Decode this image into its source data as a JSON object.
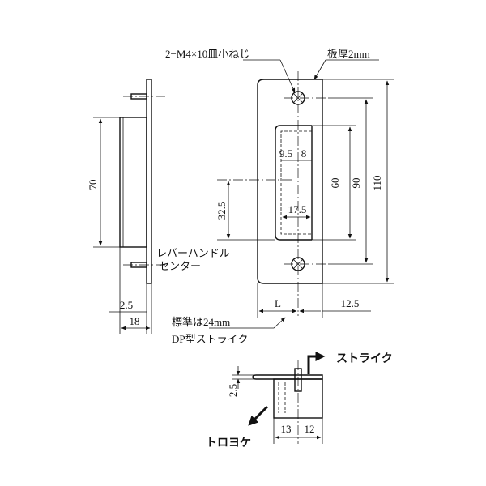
{
  "labels": {
    "screw": "2−M4×10皿小ねじ",
    "plate_thickness": "板厚2mm",
    "lever_center_1": "レバーハンドル",
    "lever_center_2": "センター",
    "standard_note_1": "標準は24mm",
    "standard_note_2": "DP型ストライク",
    "strike": "ストライク",
    "latch": "トロヨケ"
  },
  "dimensions": {
    "d70": "70",
    "d32_5": "32.5",
    "d9_5": "9.5",
    "d8": "8",
    "d17_5": "17.5",
    "d60": "60",
    "d90": "90",
    "d110": "110",
    "d2_5_left": "2.5",
    "d18": "18",
    "dL": "L",
    "d12_5": "12.5",
    "d2_5_bottom": "2.5",
    "d13": "13",
    "d12": "12"
  }
}
